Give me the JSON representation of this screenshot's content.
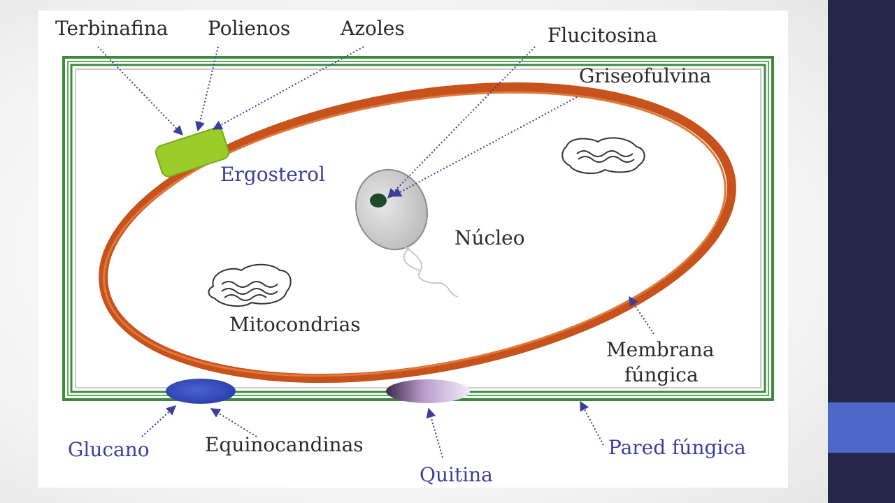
{
  "diagram": {
    "labels": {
      "terbinafina": "Terbinafina",
      "polienos": "Polienos",
      "azoles": "Azoles",
      "flucitosina": "Flucitosina",
      "griseofulvina": "Griseofulvina",
      "ergosterol": "Ergosterol",
      "nucleo": "Núcleo",
      "mitocondrias": "Mitocondrias",
      "membrana": "Membrana",
      "fungica": "fúngica",
      "glucano": "Glucano",
      "equinocandinas": "Equinocandinas",
      "quitina": "Quitina",
      "pared_fungica": "Pared fúngica"
    },
    "colors": {
      "cell_wall": "#3d8a3d",
      "membrane": "#c8521c",
      "ergosterol": "#9acc2a",
      "glucano": "#3a52c0",
      "quitina": "#c8a8d8",
      "blue_label": "#3a3f9a",
      "arrow": "#3a3f9a",
      "side_bar": "#252748",
      "side_accent": "#4d68c8"
    }
  }
}
